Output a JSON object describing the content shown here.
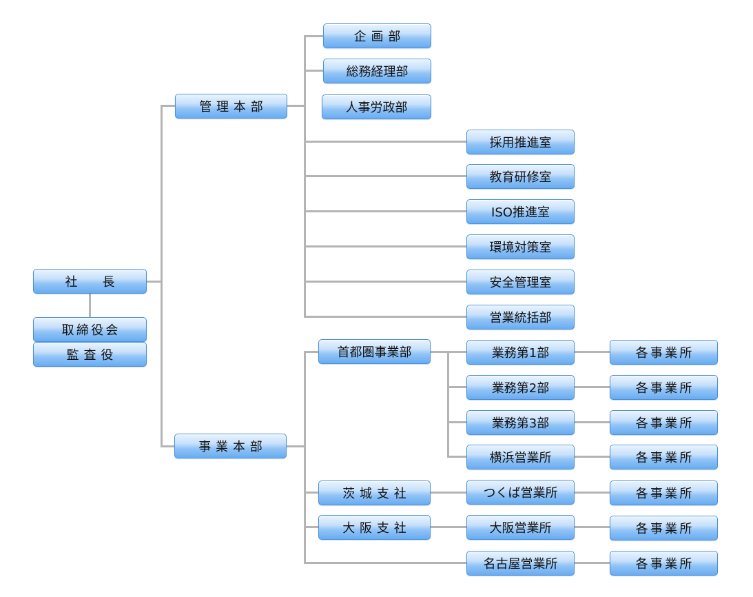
{
  "org": {
    "president": "社　　長",
    "board": "取締役会",
    "auditor": "監査役",
    "admin_hq": "管理本部",
    "business_hq": "事業本部",
    "admin": {
      "planning": "企画部",
      "general_affairs": "総務経理部",
      "hr_labor": "人事労政部",
      "recruiting": "採用推進室",
      "training": "教育研修室",
      "iso": "ISO推進室",
      "environment": "環境対策室",
      "safety": "安全管理室",
      "sales_control": "営業統括部"
    },
    "business": {
      "metro": "首都圏事業部",
      "metro_units": [
        "業務第1部",
        "業務第2部",
        "業務第3部",
        "横浜営業所"
      ],
      "ibaraki": "茨城支社",
      "ibaraki_office": "つくば営業所",
      "osaka": "大阪支社",
      "osaka_office": "大阪営業所",
      "nagoya_office": "名古屋営業所"
    },
    "branch_offices": [
      "各事業所",
      "各事業所",
      "各事業所",
      "各事業所",
      "各事業所",
      "各事業所",
      "各事業所"
    ]
  }
}
